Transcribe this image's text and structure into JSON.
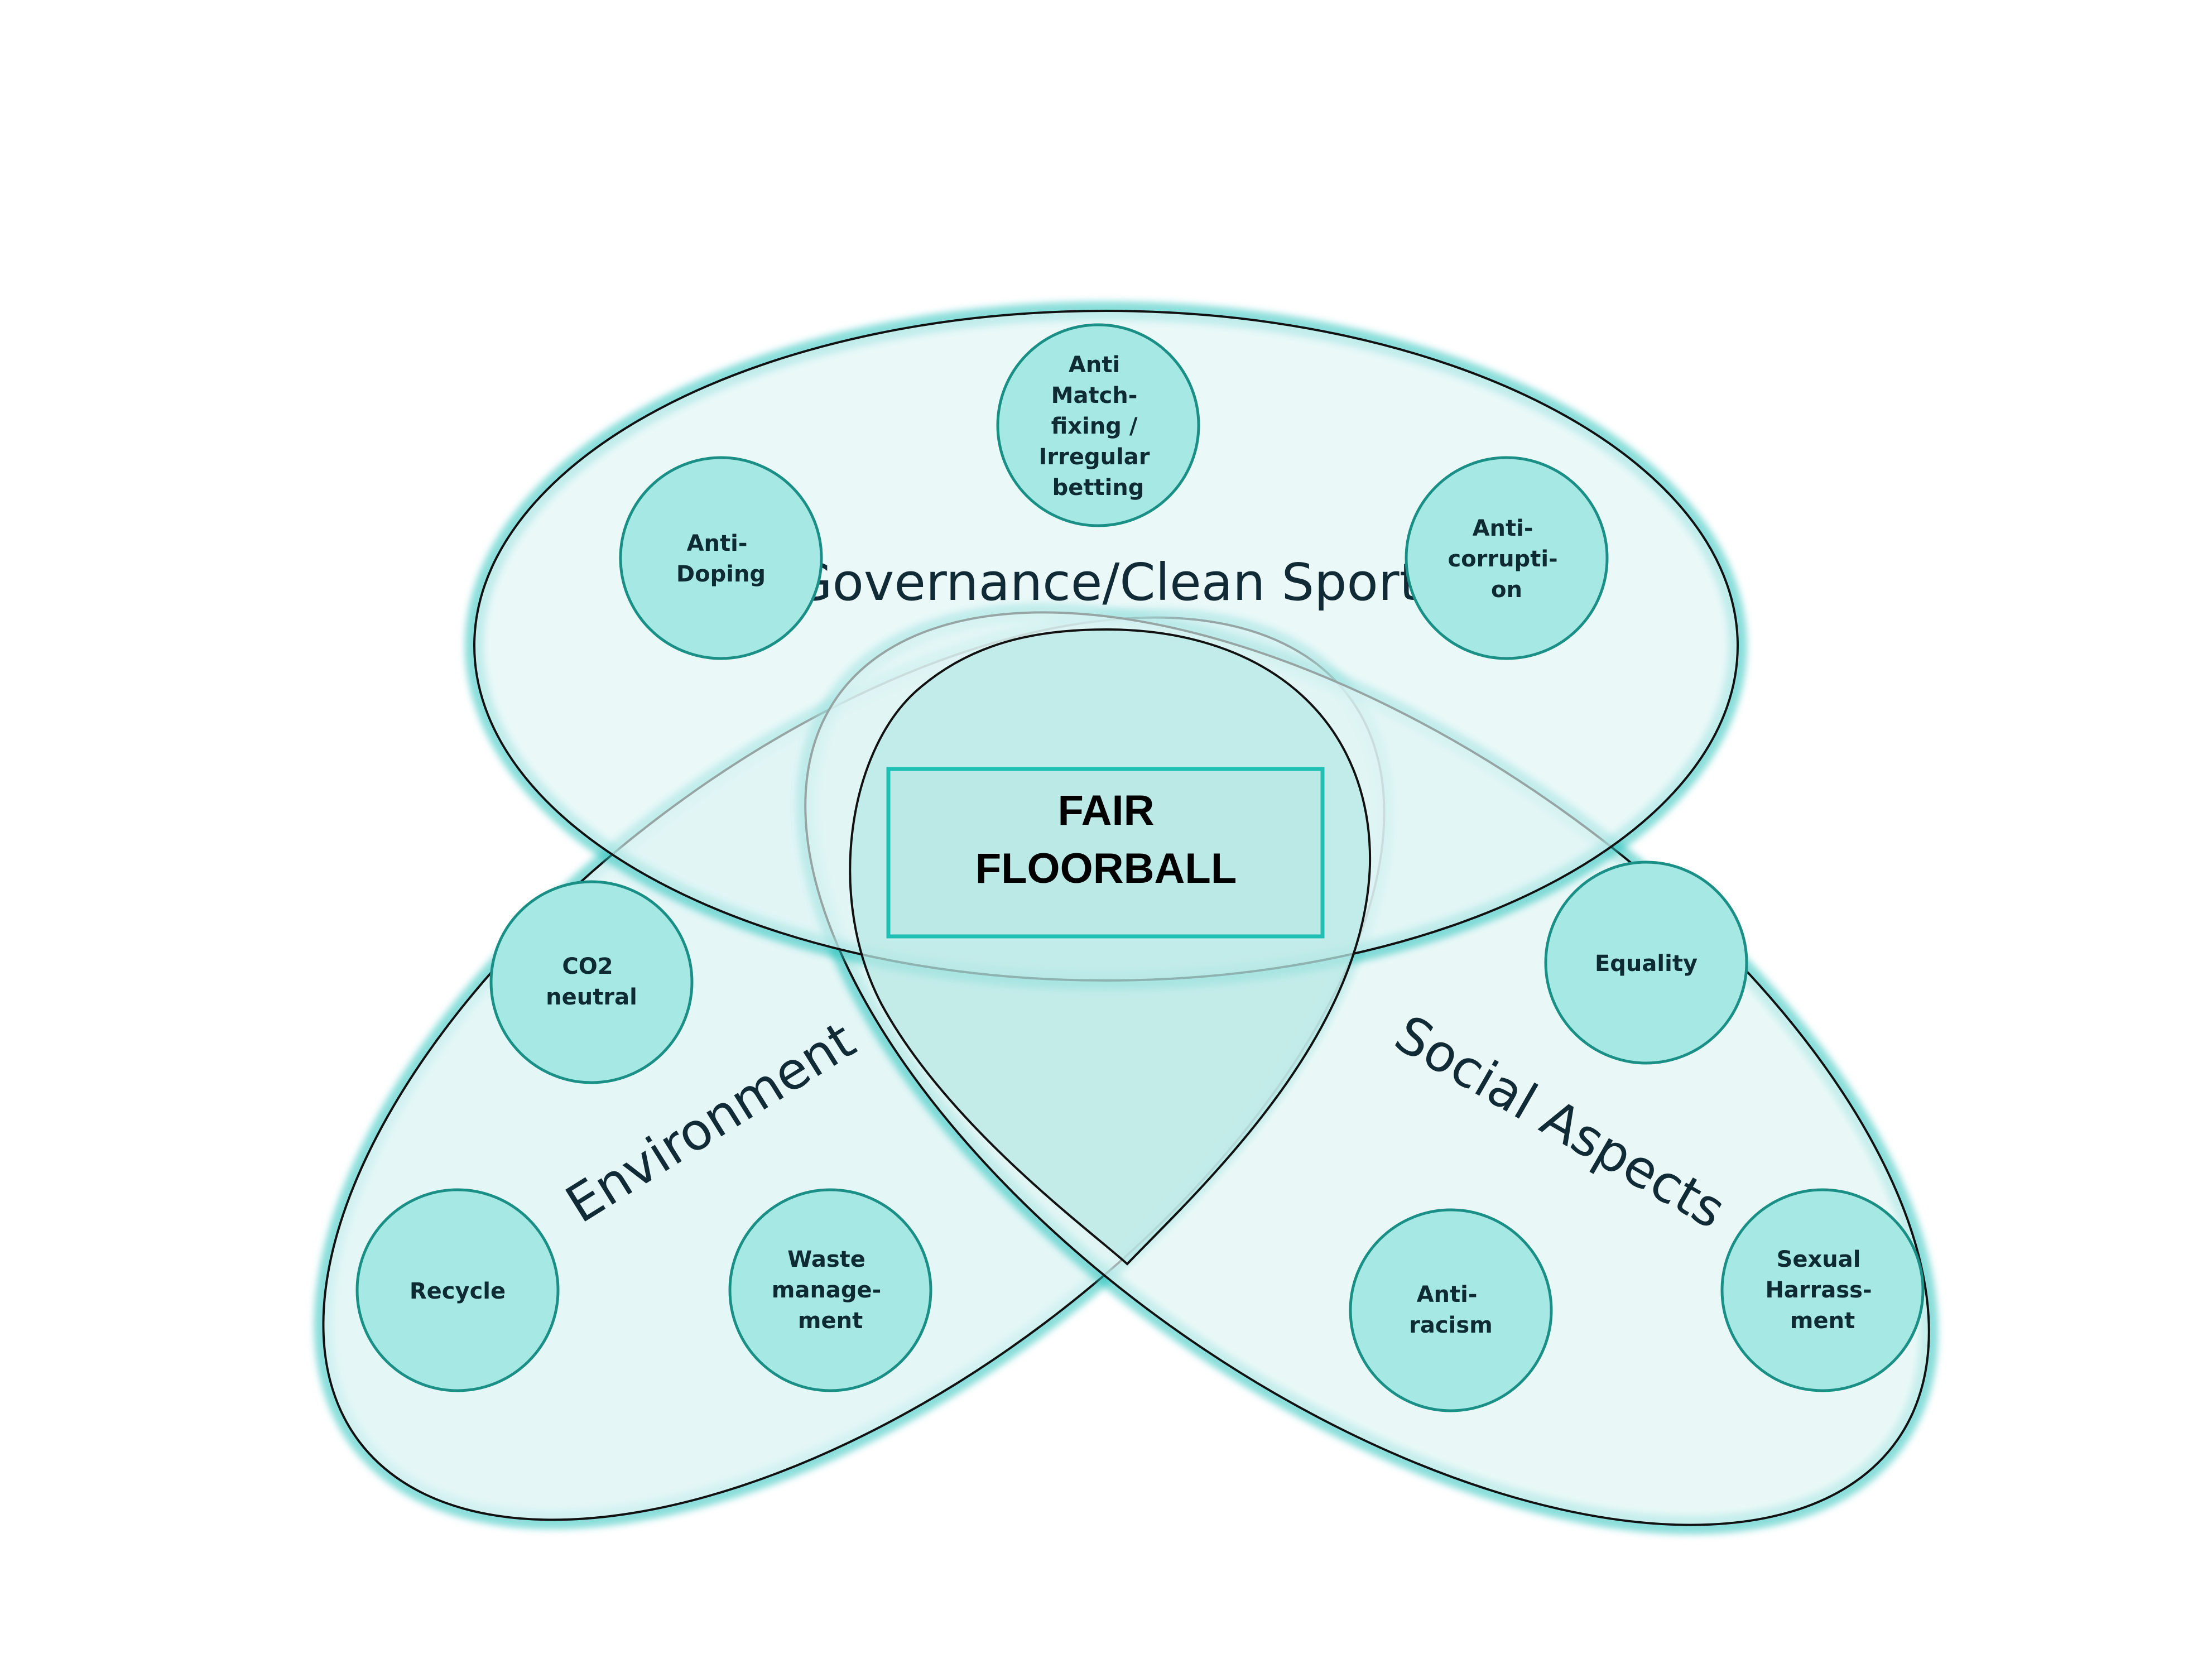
{
  "colors": {
    "lobe_fill": "#dff5f4",
    "lobe_stroke": "#111111",
    "lobe_glow": "#2cc3bd",
    "overlap_fill": "#c4ecea",
    "bubble_fill": "#a6e8e4",
    "bubble_stroke": "#1a8f86",
    "center_box_stroke": "#1fbfb3",
    "text": "#102a36"
  },
  "center": {
    "line1": "FAIR",
    "line2": "FLOORBALL"
  },
  "categories": {
    "governance": "Governance/Clean Sport",
    "environment": "Environment",
    "social": "Social Aspects"
  },
  "bubbles": {
    "anti_match_fixing": [
      "Anti",
      "Match-",
      "fixing /",
      "Irregular",
      "betting"
    ],
    "anti_doping": [
      "Anti-",
      "Doping"
    ],
    "anti_corruption": [
      "Anti-",
      "corrupti-",
      "on"
    ],
    "co2_neutral": [
      "CO2",
      "neutral"
    ],
    "recycle": [
      "Recycle"
    ],
    "waste_management": [
      "Waste",
      "manage-",
      "ment"
    ],
    "equality": [
      "Equality"
    ],
    "anti_racism": [
      "Anti-",
      "racism"
    ],
    "sexual_harrassment": [
      "Sexual",
      "Harrass-",
      "ment"
    ]
  }
}
